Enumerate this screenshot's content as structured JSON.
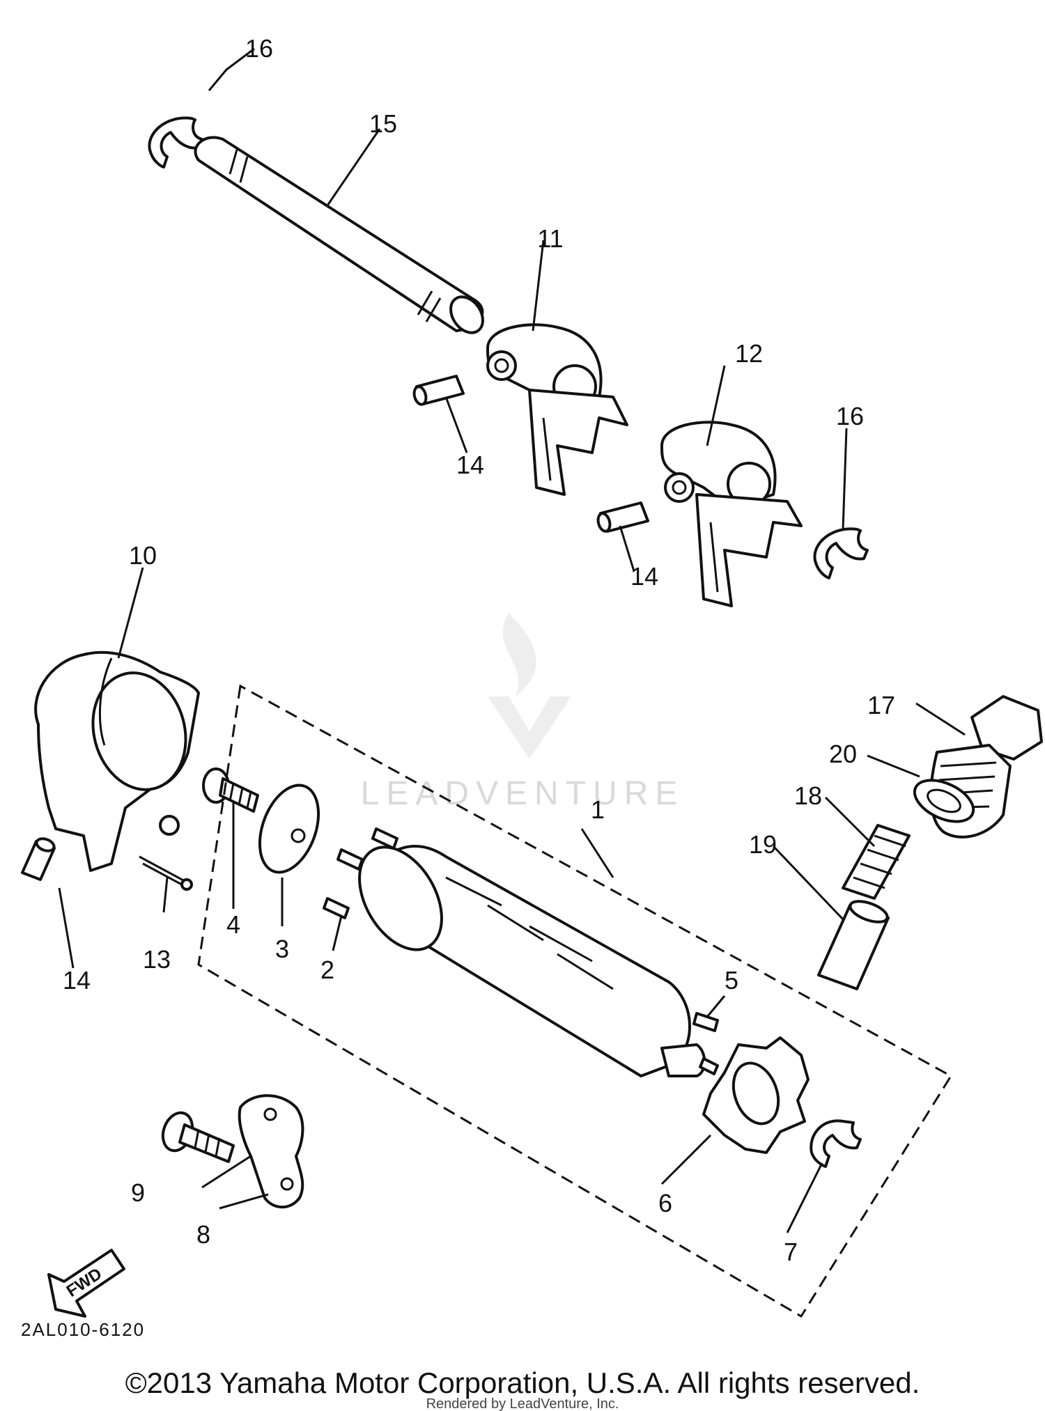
{
  "callouts": {
    "c1": "1",
    "c2": "2",
    "c3": "3",
    "c4": "4",
    "c5": "5",
    "c6": "6",
    "c7": "7",
    "c8": "8",
    "c9": "9",
    "c10": "10",
    "c11": "11",
    "c12": "12",
    "c13": "13",
    "c14a": "14",
    "c14b": "14",
    "c14c": "14",
    "c15": "15",
    "c16a": "16",
    "c16b": "16",
    "c17": "17",
    "c18": "18",
    "c19": "19",
    "c20": "20"
  },
  "arrow_label": "FWD",
  "diagram_code": "2AL010-6120",
  "watermark": "LEADVENTURE",
  "copyright": "©2013 Yamaha Motor Corporation, U.S.A. All rights reserved.",
  "rendered_by": "Rendered by LeadVenture, Inc."
}
